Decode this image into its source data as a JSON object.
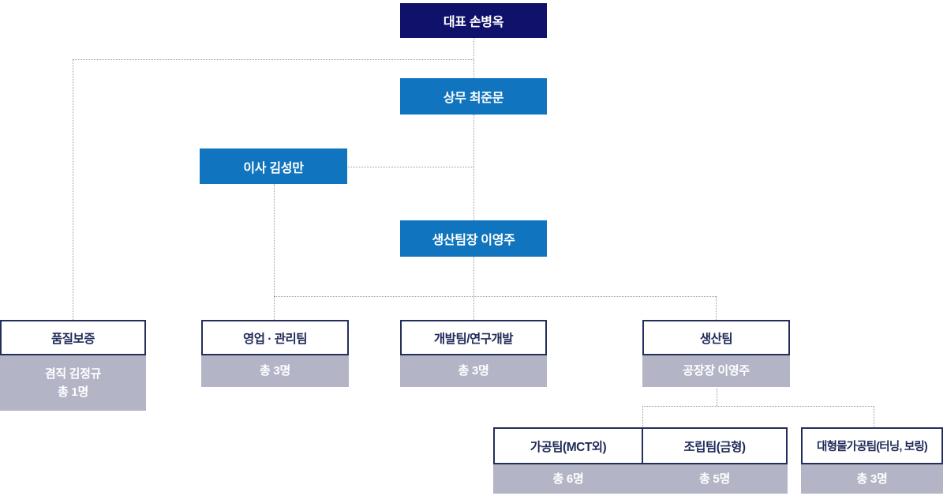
{
  "org": {
    "ceo": {
      "label": "대표 손병옥"
    },
    "managing_director": {
      "label": "상무 최준문"
    },
    "director": {
      "label": "이사 김성만"
    },
    "production_head": {
      "label": "생산팀장 이영주"
    },
    "departments": [
      {
        "name": "품질보증",
        "detail1": "겸직 김정규",
        "detail2": "총 1명"
      },
      {
        "name": "영업 · 관리팀",
        "detail1": "총 3명"
      },
      {
        "name": "개발팀/연구개발",
        "detail1": "총 3명"
      },
      {
        "name": "생산팀",
        "detail1": "공장장 이영주"
      }
    ],
    "production_teams": [
      {
        "name": "가공팀(MCT외)",
        "detail1": "총 6명"
      },
      {
        "name": "조립팀(금형)",
        "detail1": "총 5명"
      },
      {
        "name": "대형물가공팀(터닝, 보링)",
        "detail1": "총 3명"
      }
    ]
  },
  "colors": {
    "ceo_box": "#10116B",
    "executive_box": "#1075BE",
    "dept_body": "#B3B5C7",
    "dept_border": "#232E5C",
    "connector": "#9C9C9C"
  }
}
